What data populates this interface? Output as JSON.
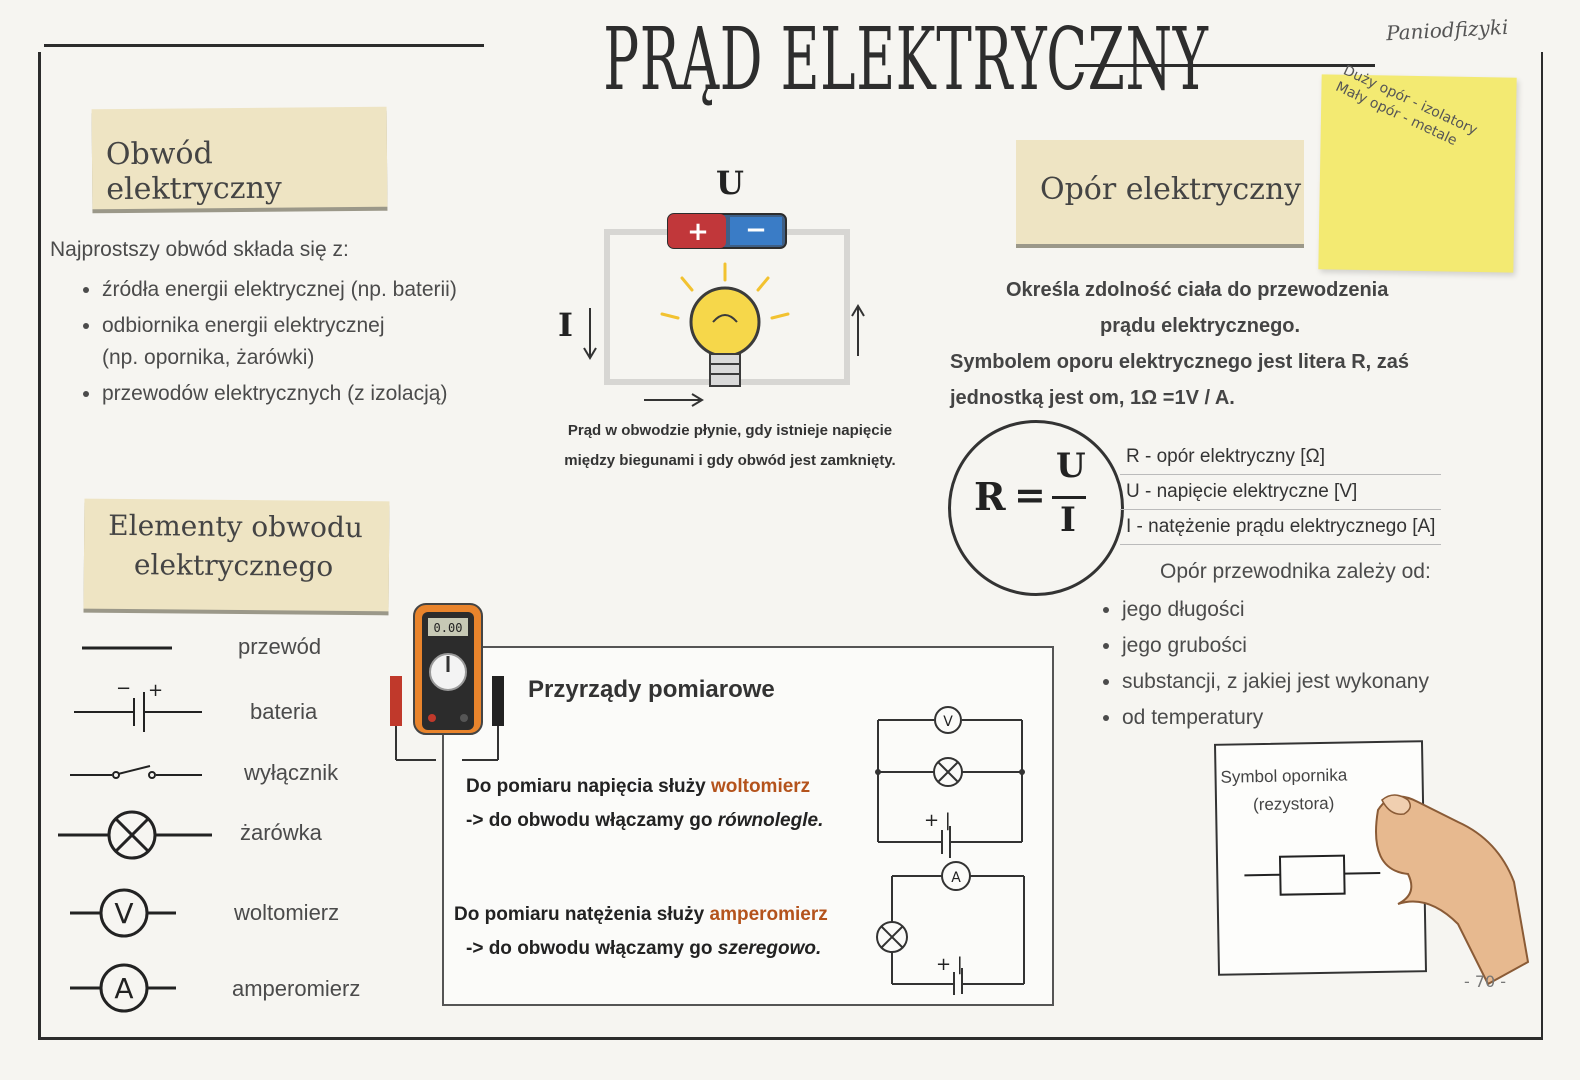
{
  "header": {
    "title": "PRĄD ELEKTRYCZNY",
    "brand": "Paniodfizyki"
  },
  "circuit_section": {
    "heading_line1": "Obwód elektryczny",
    "intro": "Najprostszy obwód składa się z:",
    "items": [
      "źródła energii elektrycznej (np. baterii)",
      "odbiornika energii elektrycznej",
      "(np. opornika, żarówki)",
      "przewodów elektrycznych (z izolacją)"
    ],
    "diagram_label_u": "U",
    "diagram_label_i": "I",
    "battery_plus": "+",
    "battery_minus": "−",
    "caption": "Prąd w obwodzie płynie, gdy istnieje napięcie między biegunami i gdy obwód jest zamknięty."
  },
  "elements_section": {
    "heading_line1": "Elementy obwodu",
    "heading_line2": "elektrycznego",
    "legend": [
      {
        "label": "przewód",
        "icon": "wire-icon"
      },
      {
        "label": "bateria",
        "icon": "battery-symbol-icon"
      },
      {
        "label": "wyłącznik",
        "icon": "switch-symbol-icon"
      },
      {
        "label": "żarówka",
        "icon": "bulb-symbol-icon"
      },
      {
        "label": "woltomierz",
        "icon": "voltmeter-symbol-icon"
      },
      {
        "label": "amperomierz",
        "icon": "ammeter-symbol-icon"
      }
    ],
    "battery_minus": "−",
    "battery_plus": "+",
    "voltmeter_letter": "V",
    "ammeter_letter": "A"
  },
  "measurement": {
    "title": "Przyrządy pomiarowe",
    "multimeter_display": "0.00",
    "voltmeter_line1_pre": "Do pomiaru napięcia służy ",
    "voltmeter_line1_accent": "woltomierz",
    "voltmeter_line2_pre": "-> do obwodu włączamy go ",
    "voltmeter_line2_em": "równolegle.",
    "ammeter_line1_pre": "Do pomiaru natężenia służy ",
    "ammeter_line1_accent": "amperomierz",
    "ammeter_line2_pre": "-> do obwodu włączamy go ",
    "ammeter_line2_em": "szeregowo.",
    "diagram_v": "V",
    "diagram_a": "A",
    "diagram_plus_minus": "+ |"
  },
  "resistance_section": {
    "heading": "Opór elektryczny",
    "note_line1": "Duży opór - izolatory",
    "note_line2": "Mały opór - metale",
    "desc_line1": "Określa zdolność ciała do przewodzenia",
    "desc_line2": "prądu elektrycznego.",
    "desc_line3": "Symbolem oporu elektrycznego jest litera R, zaś",
    "desc_line4": "jednostką jest om, 1Ω =1V / A.",
    "formula_r": "R",
    "formula_eq": "=",
    "formula_u": "U",
    "formula_i": "I",
    "vars": [
      "R - opór elektryczny [Ω]",
      "U - napięcie elektryczne [V]",
      "I - natężenie prądu elektrycznego [A]"
    ],
    "depends_title": "Opór przewodnika zależy od:",
    "depends": [
      "jego długości",
      "jego grubości",
      "substancji, z jakiej jest wykonany",
      "od temperatury"
    ],
    "symbol_line1": "Symbol opornika",
    "symbol_line2": "(rezystora)"
  },
  "footer": {
    "page": "- 70 -"
  },
  "colors": {
    "accent": "#b4531c",
    "tape": "#eee4c3",
    "sticky_note": "#f3ea72"
  }
}
